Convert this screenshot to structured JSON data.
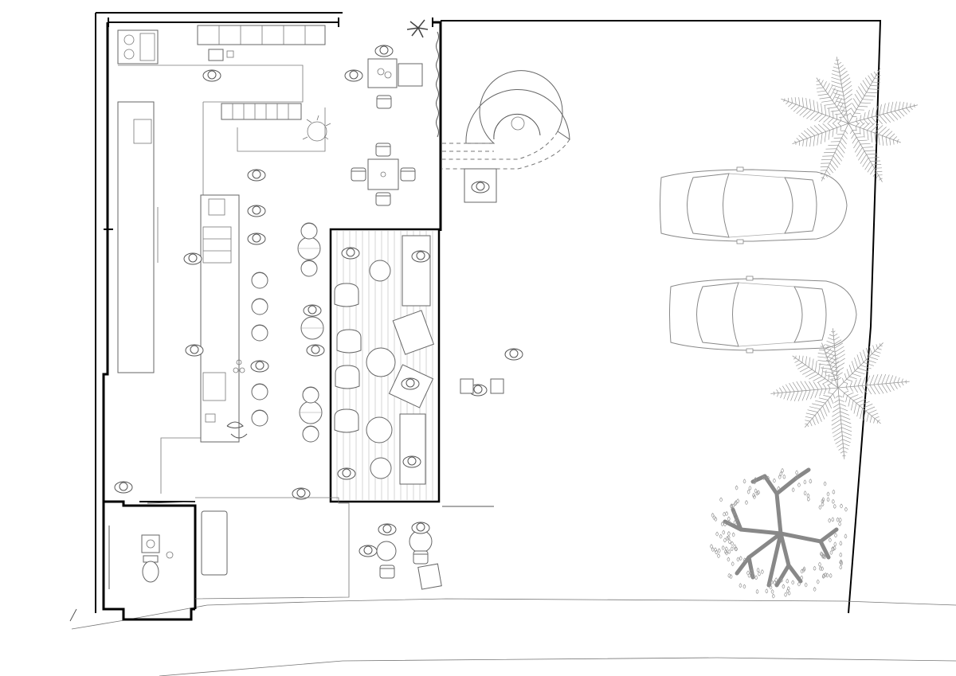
{
  "drawing": {
    "type": "architectural-floor-plan",
    "style": "line-drawing",
    "line_color": "#000000",
    "secondary_line_color": "#777777",
    "background_color": "#ffffff",
    "has_text_labels": false
  },
  "zones": [
    "kitchen",
    "bar-counter",
    "indoor-dining",
    "wood-deck-terrace",
    "restroom",
    "spiral-stair",
    "parking",
    "garden"
  ],
  "counts": {
    "cars": 2,
    "palm_trees": 2,
    "deciduous_trees": 1,
    "bar_stools": 9
  },
  "icons": [
    "car-icon",
    "palm-tree-icon",
    "tree-icon",
    "spiral-stair-icon",
    "toilet-icon",
    "stove-icon",
    "person-icon",
    "table-icon",
    "chair-icon"
  ]
}
